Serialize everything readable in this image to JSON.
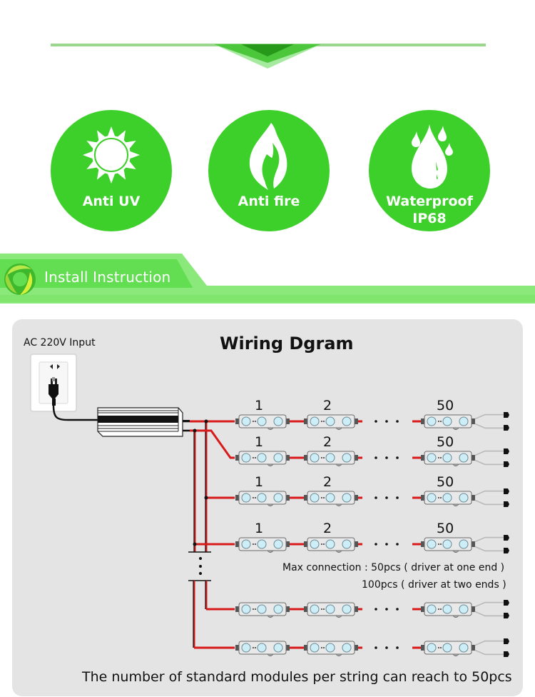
{
  "colors": {
    "feature_green": "#3dcf2a",
    "banner_green": "#63de52",
    "banner_light": "#8be87b",
    "wire_red": "#d81a1a",
    "panel_gray": "#e4e4e4",
    "led_blue": "#cdeef7"
  },
  "features": [
    {
      "icon": "sun-icon",
      "label": "Anti UV"
    },
    {
      "icon": "flame-icon",
      "label": "Anti fire"
    },
    {
      "icon": "water-drops-icon",
      "label_line1": "Waterproof",
      "label_line2": "IP68"
    }
  ],
  "banner": {
    "icon": "recycle-leaf-logo-icon",
    "title": "Install Instruction"
  },
  "diagram": {
    "title": "Wiring Dgram",
    "power_label": "AC 220V Input",
    "module_numbers": {
      "first": "1",
      "second": "2",
      "last": "50"
    },
    "ellipsis": "• • •",
    "max_connection_line1": "Max connection : 50pcs ( driver at one end )",
    "max_connection_line2": "100pcs ( driver at two ends )",
    "footer_note": "The number of standard modules per string can reach to 50pcs",
    "strings_labeled": 4,
    "strings_unlabeled": 2
  }
}
